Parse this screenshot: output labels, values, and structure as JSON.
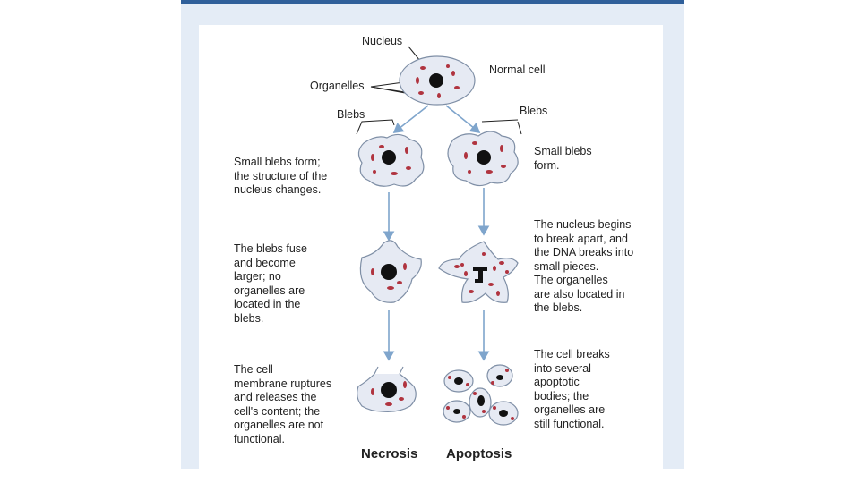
{
  "labels": {
    "nucleus": "Nucleus",
    "organelles": "Organelles",
    "normal_cell": "Normal cell",
    "blebs_left": "Blebs",
    "blebs_right": "Blebs",
    "necrosis_step1": "Small blebs form;\nthe structure of the\nnucleus changes.",
    "necrosis_step2": "The blebs fuse\nand become\nlarger; no\norganelles are\nlocated in the\nblebs.",
    "necrosis_step3": "The cell\nmembrane ruptures\nand releases the\ncell's content; the\norganelles are not\nfunctional.",
    "apoptosis_step1": "Small blebs\nform.",
    "apoptosis_step2": "The nucleus begins\nto break apart, and\nthe DNA breaks into\nsmall pieces.\nThe organelles\nare also located in\nthe blebs.",
    "apoptosis_step3": "The cell breaks\ninto several\napoptotic\nbodies; the\norganelles are\nstill functional."
  },
  "titles": {
    "necrosis": "Necrosis",
    "apoptosis": "Apoptosis"
  },
  "colors": {
    "cell_fill": "#e6eaf3",
    "cell_stroke": "#7f8fa6",
    "organelle": "#b0343f",
    "nucleus": "#111111",
    "arrow": "#7fa5cc"
  }
}
